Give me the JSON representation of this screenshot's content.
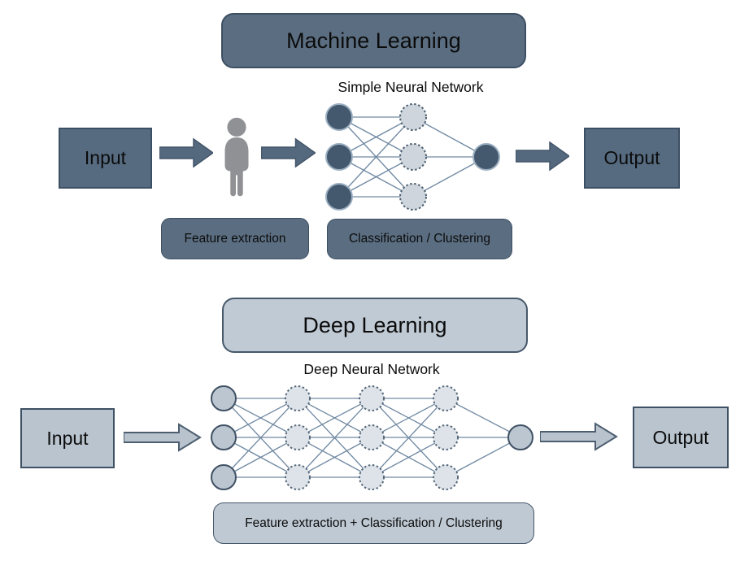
{
  "machine_learning": {
    "title": "Machine Learning",
    "input_label": "Input",
    "output_label": "Output",
    "network_title": "Simple Neural Network",
    "feature_label": "Feature extraction",
    "classification_label": "Classification / Clustering"
  },
  "deep_learning": {
    "title": "Deep Learning",
    "input_label": "Input",
    "output_label": "Output",
    "network_title": "Deep Neural Network",
    "process_label": "Feature extraction + Classification / Clustering"
  },
  "networks": {
    "simple": {
      "layers": [
        3,
        3,
        1
      ],
      "solid_layers": [
        0,
        2
      ],
      "node_fill_solid": "#44596e",
      "node_stroke_solid": "#9db0c2",
      "node_fill_dotted": "#ced5dc",
      "node_stroke_dotted": "#4e5f70",
      "line_color": "#7089a2"
    },
    "deep": {
      "layers": [
        3,
        3,
        3,
        3,
        1
      ],
      "solid_layers": [
        0,
        4
      ],
      "node_fill_solid": "#bcc6d0",
      "node_stroke_solid": "#3f5164",
      "node_fill_dotted": "#dde3e9",
      "node_stroke_dotted": "#56687a",
      "line_color": "#7089a2"
    }
  },
  "colors": {
    "background": "#ffffff",
    "dark_fill": "#5b6e81",
    "dark_border": "#3d5063",
    "light_fill": "#bfc9d3",
    "light_border": "#46586a",
    "arrow_dark": "#54687e",
    "arrow_light": "#b9c3cd",
    "person_gray": "#909194",
    "text": "#0b0b0b"
  }
}
